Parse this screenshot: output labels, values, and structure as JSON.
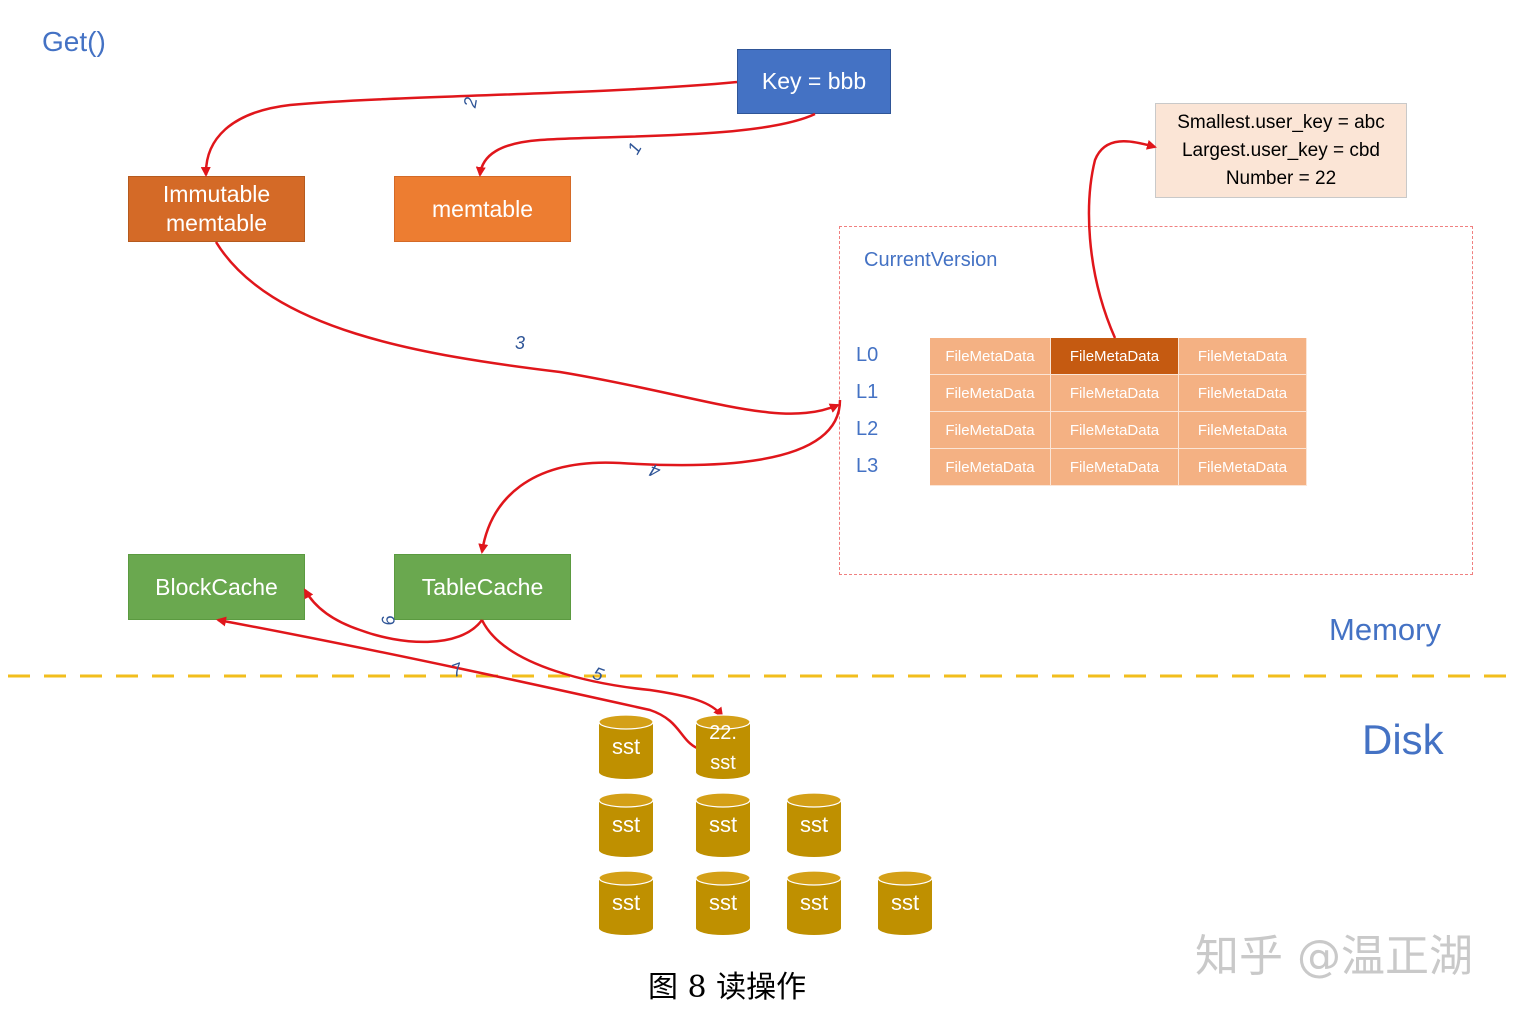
{
  "title": "Get()",
  "nodes": {
    "key": "Key = bbb",
    "immutable_line1": "Immutable",
    "immutable_line2": "memtable",
    "memtable": "memtable",
    "blockcache": "BlockCache",
    "tablecache": "TableCache"
  },
  "file_meta": {
    "line1": "Smallest.user_key = abc",
    "line2": "Largest.user_key = cbd",
    "line3": "Number = 22"
  },
  "current_version": {
    "label": "CurrentVersion",
    "levels": [
      "L0",
      "L1",
      "L2",
      "L3"
    ],
    "cell_label": "FileMetaData",
    "highlighted": {
      "row": 0,
      "col": 1
    }
  },
  "steps": [
    "1",
    "2",
    "3",
    "4",
    "5",
    "6",
    "7"
  ],
  "regions": {
    "memory": "Memory",
    "disk": "Disk"
  },
  "sst": {
    "label": "sst",
    "target_line1": "22.",
    "target_line2": "sst"
  },
  "caption": "图 8  读操作",
  "watermark": "知乎 @温正湖",
  "colors": {
    "blue": "#4472c4",
    "orange": "#ed7d31",
    "dark_orange": "#d46a27",
    "green": "#6aa84f",
    "arrow": "#e0161b",
    "divider": "#f2be1d",
    "cylinder": "#bf9000"
  }
}
